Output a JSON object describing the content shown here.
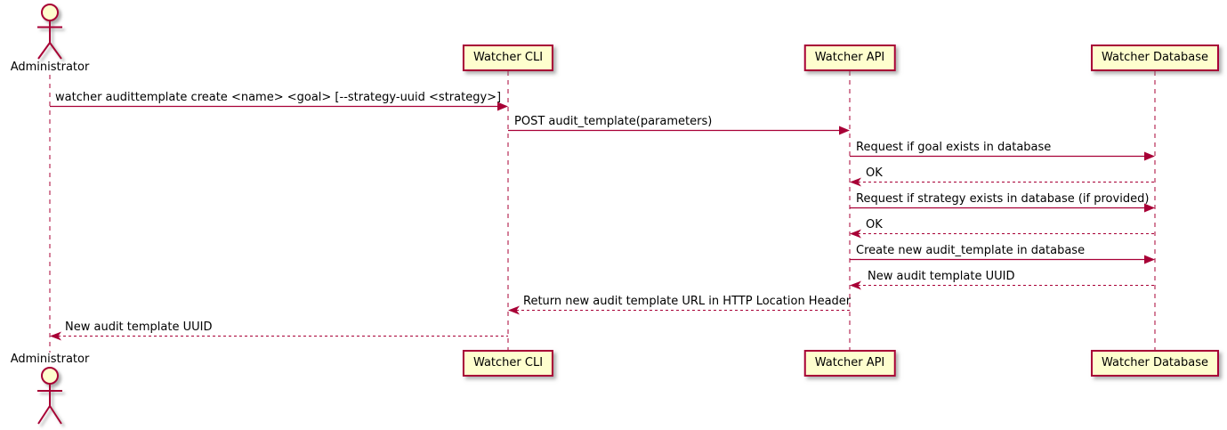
{
  "diagram_type": "uml-sequence",
  "colors": {
    "line": "#A80036",
    "participant_fill": "#FEFECE",
    "text": "#000000",
    "background": "#FFFFFF"
  },
  "participants": [
    {
      "name": "Administrator",
      "kind": "actor"
    },
    {
      "name": "Watcher CLI",
      "kind": "participant"
    },
    {
      "name": "Watcher API",
      "kind": "participant"
    },
    {
      "name": "Watcher Database",
      "kind": "participant"
    }
  ],
  "messages": [
    {
      "from": "Administrator",
      "to": "Watcher CLI",
      "style": "solid",
      "text": "watcher audittemplate create <name> <goal> [--strategy-uuid <strategy>]"
    },
    {
      "from": "Watcher CLI",
      "to": "Watcher API",
      "style": "solid",
      "text": "POST audit_template(parameters)"
    },
    {
      "from": "Watcher API",
      "to": "Watcher Database",
      "style": "solid",
      "text": "Request if goal exists in database"
    },
    {
      "from": "Watcher Database",
      "to": "Watcher API",
      "style": "dashed",
      "text": "OK"
    },
    {
      "from": "Watcher API",
      "to": "Watcher Database",
      "style": "solid",
      "text": "Request if strategy exists in database (if provided)"
    },
    {
      "from": "Watcher Database",
      "to": "Watcher API",
      "style": "dashed",
      "text": "OK"
    },
    {
      "from": "Watcher API",
      "to": "Watcher Database",
      "style": "solid",
      "text": "Create new audit_template in database"
    },
    {
      "from": "Watcher Database",
      "to": "Watcher API",
      "style": "dashed",
      "text": "New audit template UUID"
    },
    {
      "from": "Watcher API",
      "to": "Watcher CLI",
      "style": "dashed",
      "text": "Return new audit template URL in HTTP Location Header"
    },
    {
      "from": "Watcher CLI",
      "to": "Administrator",
      "style": "dashed",
      "text": "New audit template UUID"
    }
  ]
}
